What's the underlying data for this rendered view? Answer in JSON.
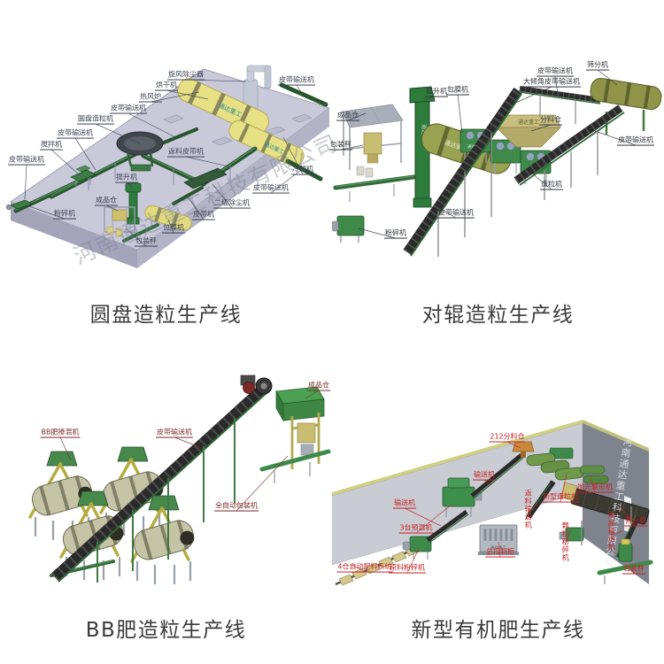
{
  "brand": "通达重工",
  "watermark": "河南通达重工科技有限公司",
  "panels": [
    {
      "id": "disc-granulation-line",
      "caption": "圆盘造粒生产线",
      "label_color": "#3c4252",
      "labels": [
        "旋风除尘器",
        "烘干机",
        "热风炉",
        "皮带输送机",
        "圆盘造粒机",
        "皮带输送机",
        "搅拌机",
        "皮带输送机",
        "皮带输送机",
        "冷却机",
        "返料皮带机",
        "皮带输送机",
        "二级除尘机",
        "皮带机",
        "包膜机",
        "提升机",
        "成品仓",
        "粉碎机",
        "包装秤"
      ]
    },
    {
      "id": "roller-granulation-line",
      "caption": "对辊造粒生产线",
      "label_color": "#33363e",
      "labels": [
        "提升机",
        "包膜机",
        "皮带输送机",
        "大倾角皮带输送机",
        "筛分机",
        "成品仓",
        "包装秤",
        "分料仓",
        "造粒机",
        "皮带输送机",
        "皮带输送机",
        "粉碎机"
      ]
    },
    {
      "id": "bb-fertilizer-line",
      "caption": "BB肥造粒生产线",
      "label_color": "#7a2a2a",
      "labels": [
        "BB肥掺混机",
        "皮带输送机",
        "成品仓",
        "全自动包装机"
      ]
    },
    {
      "id": "organic-fertilizer-line",
      "caption": "新型有机肥生产线",
      "label_color": "#c22323",
      "labels": [
        "212分料仓",
        "输送机",
        "输送机",
        "3台预混机",
        "总控制柜",
        "4仓自动配料系统",
        "原料粉碎机",
        "新型造粒机",
        "返料输送机",
        "抛光整形机",
        "颗粒粉碎机",
        "筛分机",
        "成品输送机",
        "包装秤"
      ]
    }
  ]
}
